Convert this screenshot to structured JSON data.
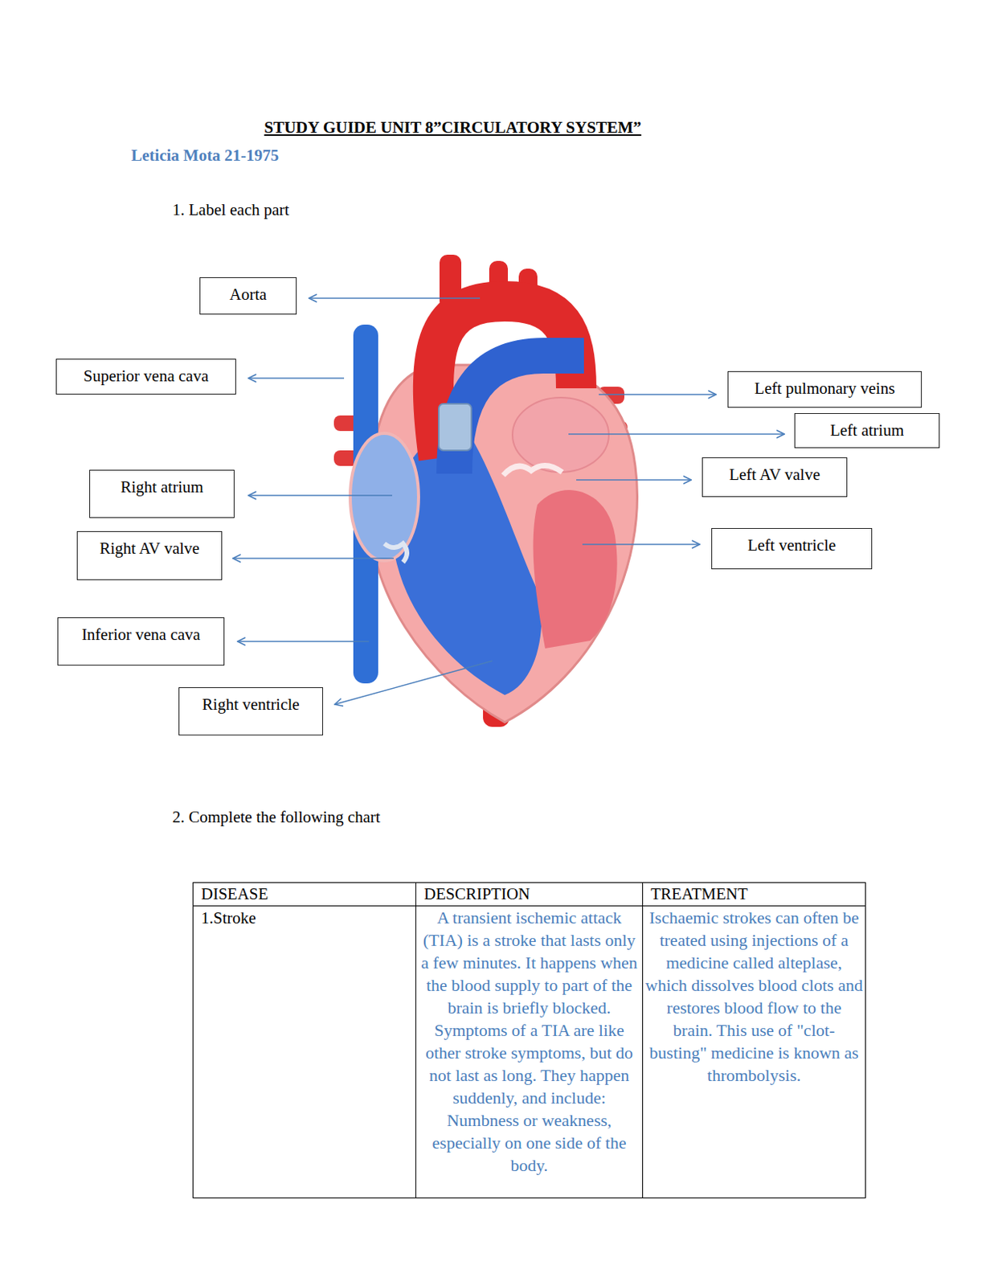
{
  "diagram": {
    "title": "STUDY GUIDE UNIT 8”CIRCULATORY SYSTEM”",
    "nodes": [
      {
        "text": [
          "Aorta"
        ]
      },
      {
        "text": [
          "Superior vena cava"
        ]
      },
      {
        "text": [
          "Left pulmonary veins"
        ]
      },
      {
        "text": [
          "Left atrium"
        ]
      },
      {
        "text": [
          "Left AV valve"
        ]
      },
      {
        "text": [
          "Right atrium"
        ]
      },
      {
        "text": [
          "Left ventricle"
        ]
      },
      {
        "text": [
          "Right AV valve"
        ]
      },
      {
        "text": [
          "Inferior vena cava"
        ]
      },
      {
        "text": [
          "Right ventricle"
        ]
      }
    ],
    "labels": [
      "Leticia Mota 21-1975",
      "1. Label each part",
      "2. Complete the following chart",
      "DISEASE",
      "DESCRIPTION",
      "TREATMENT",
      "1.Stroke",
      "A transient ischemic attack (TIA) is a stroke that lasts only a few minutes. It happens when the blood supply to part of the brain is briefly blocked. Symptoms of a TIA are like other stroke symptoms, but do not last as long. They happen suddenly, and include: Numbness or weakness, especially on one side of the body.",
      "Ischaemic strokes can often be treated using injections of a medicine called alteplase, which dissolves blood clots and restores blood flow to the brain. This use of \"clot-busting\" medicine is known as thrombolysis."
    ]
  }
}
